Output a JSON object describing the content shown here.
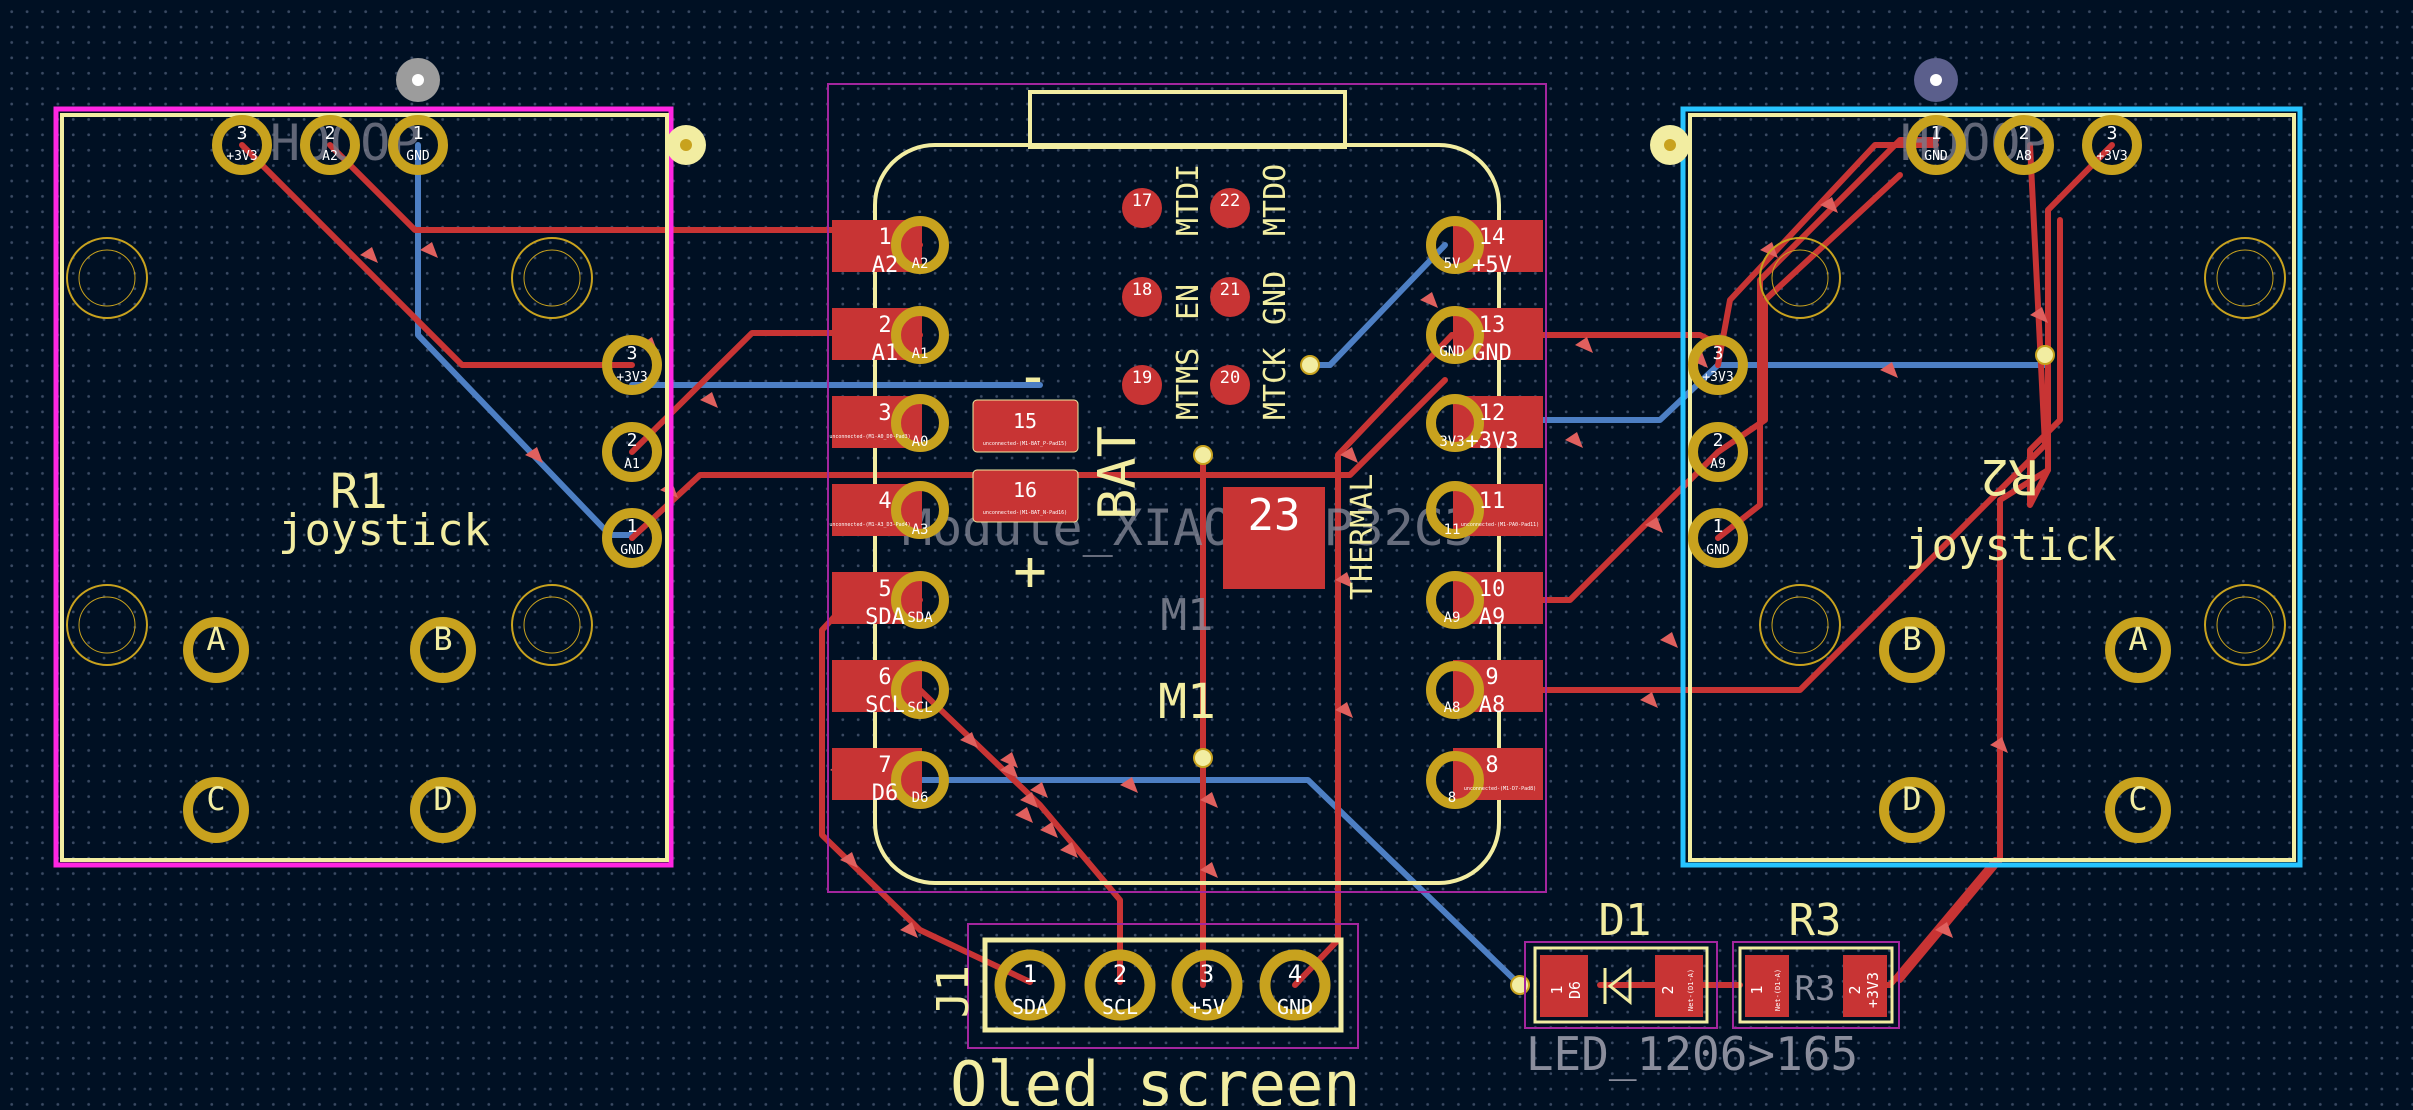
{
  "colors": {
    "background": "#001023",
    "copper_front": "#c83434",
    "copper_back": "#4d7fc4",
    "silkscreen": "#f2eda1",
    "pad_ring": "#c8a21e",
    "courtyard_left": "#ff26e2",
    "courtyard_right": "#26c4ff",
    "fab_outline": "#a3269e"
  },
  "joystick_left": {
    "ref": "R1",
    "value": "joystick",
    "header_text": "HOOOP",
    "top_pins": [
      {
        "num": "3",
        "net": "+3V3"
      },
      {
        "num": "2",
        "net": "A2"
      },
      {
        "num": "1",
        "net": "GND"
      }
    ],
    "side_pins": [
      {
        "num": "3",
        "net": "+3V3"
      },
      {
        "num": "2",
        "net": "A1"
      },
      {
        "num": "1",
        "net": "GND"
      }
    ],
    "buttons": [
      "A",
      "B",
      "C",
      "D"
    ]
  },
  "joystick_right": {
    "ref": "R2",
    "value": "joystick",
    "header_text": "HOOOP",
    "top_pins": [
      {
        "num": "1",
        "net": "GND"
      },
      {
        "num": "2",
        "net": "A8"
      },
      {
        "num": "3",
        "net": "+3V3"
      }
    ],
    "side_pins": [
      {
        "num": "3",
        "net": "+3V3"
      },
      {
        "num": "2",
        "net": "A9"
      },
      {
        "num": "1",
        "net": "GND"
      }
    ],
    "buttons": [
      "B",
      "A",
      "D",
      "C"
    ]
  },
  "module": {
    "footprint_text": "Module_XIAO-ESP32C3",
    "ref": "M1",
    "ref_fab": "M1",
    "bat_label": "BAT",
    "bat_plus": "+",
    "bat_minus": "-",
    "thermal_pad_num": "23",
    "thermal_label": "THERMAL",
    "left_pins": [
      {
        "num": "1",
        "net": "A2",
        "fab": "A2"
      },
      {
        "num": "2",
        "net": "A1",
        "fab": "A1"
      },
      {
        "num": "3",
        "net": "unconnected-(M1-A0_D0-Pad3)",
        "fab": "A0"
      },
      {
        "num": "4",
        "net": "unconnected-(M1-A3_D3-Pad4)",
        "fab": "A3"
      },
      {
        "num": "5",
        "net": "SDA",
        "fab": "SDA"
      },
      {
        "num": "6",
        "net": "SCL",
        "fab": "SCL"
      },
      {
        "num": "7",
        "net": "D6",
        "fab": "D6"
      }
    ],
    "right_pins": [
      {
        "num": "14",
        "net": "+5V",
        "fab": "5V"
      },
      {
        "num": "13",
        "net": "GND",
        "fab": "GND"
      },
      {
        "num": "12",
        "net": "+3V3",
        "fab": "3V3"
      },
      {
        "num": "11",
        "net": "unconnected-(M1-PA0-Pad11)",
        "fab": "11"
      },
      {
        "num": "10",
        "net": "A9",
        "fab": "A9"
      },
      {
        "num": "9",
        "net": "A8",
        "fab": "A8"
      },
      {
        "num": "8",
        "net": "unconnected-(M1-D7-Pad8)",
        "fab": "8"
      }
    ],
    "bottom_pads": [
      {
        "num": "15",
        "net": "unconnected-(M1-BAT_P-Pad15)"
      },
      {
        "num": "16",
        "net": "unconnected-(M1-BAT_N-Pad16)"
      }
    ],
    "jtag_pads": [
      {
        "num": "17",
        "label": "MTDI"
      },
      {
        "num": "22",
        "label": "MTDO"
      },
      {
        "num": "18",
        "label": "EN"
      },
      {
        "num": "21",
        "label": "GND"
      },
      {
        "num": "19",
        "label": "MTMS"
      },
      {
        "num": "20",
        "label": "MTCK"
      }
    ]
  },
  "oled": {
    "ref": "J1",
    "value": "Oled screen",
    "pins": [
      {
        "num": "1",
        "net": "SDA"
      },
      {
        "num": "2",
        "net": "SCL"
      },
      {
        "num": "3",
        "net": "+5V"
      },
      {
        "num": "4",
        "net": "GND"
      }
    ]
  },
  "led": {
    "ref": "D1",
    "value": "LED_1206>165",
    "pad1_num": "1",
    "pad1_net": "D6",
    "pad2_num": "2",
    "pad2_net": "Net-(D1-A)"
  },
  "resistor": {
    "ref": "R3",
    "ref_fab": "R3",
    "pad1_num": "1",
    "pad1_net": "Net-(D1-A)",
    "pad2_num": "2",
    "pad2_net": "+3V3"
  }
}
